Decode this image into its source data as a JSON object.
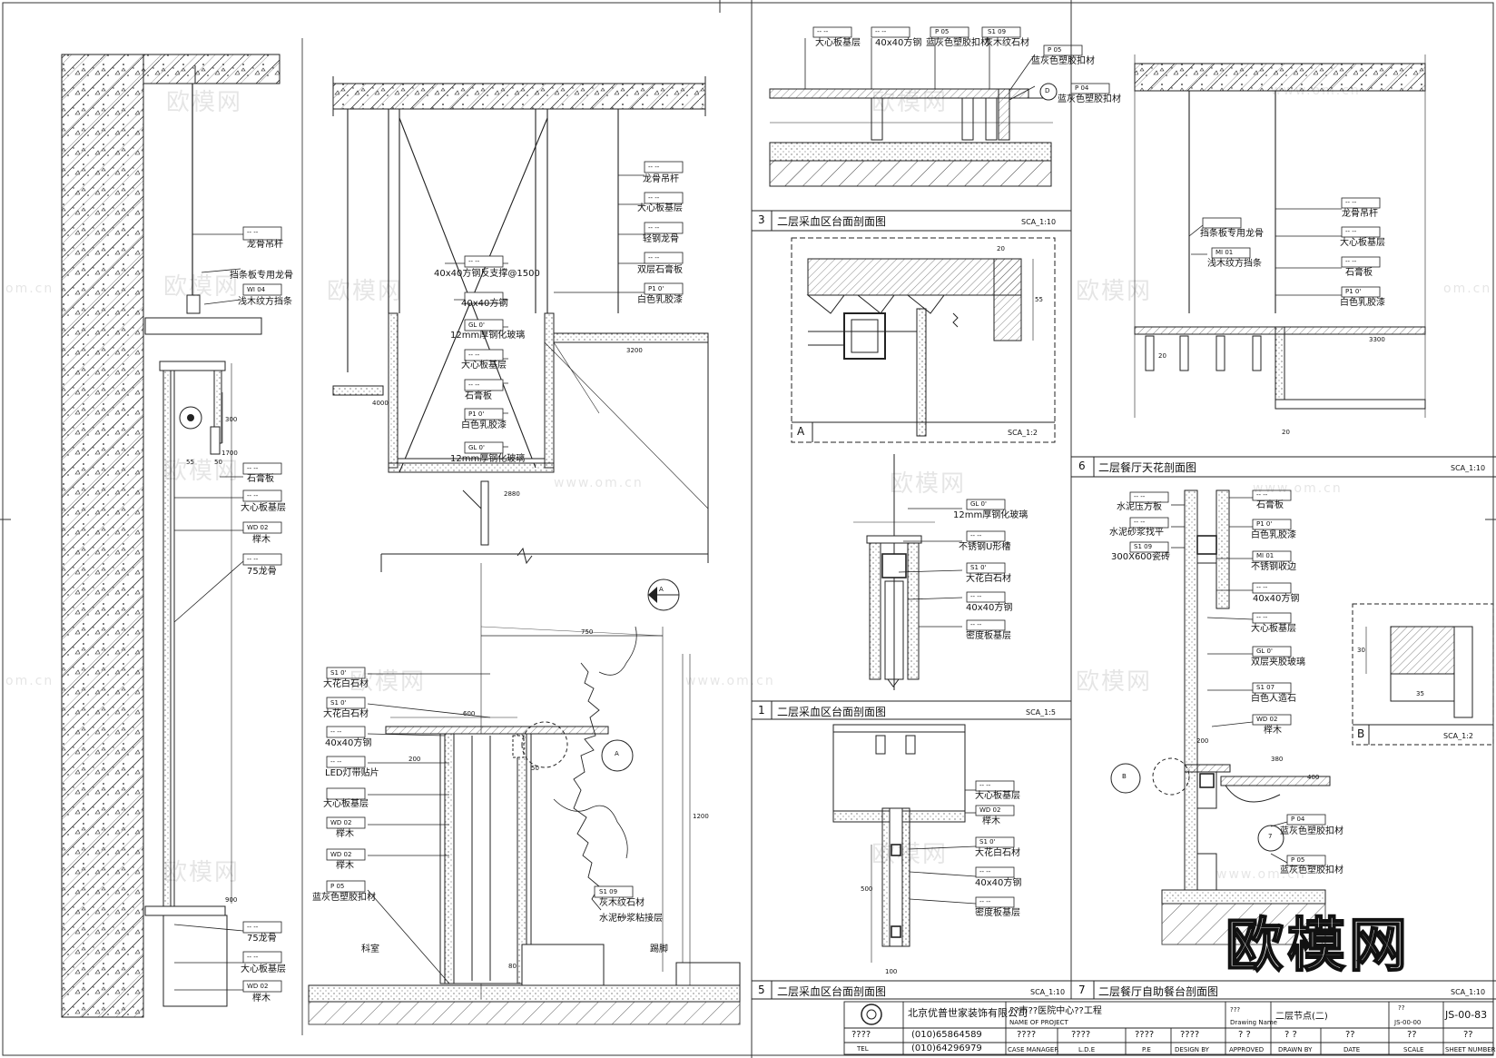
{
  "sheet": {
    "watermark_text": "欧模网",
    "watermark_url": "www.om.cn",
    "right_edge_watermark": "om.cn"
  },
  "labels": {
    "ceiling_hanger": "龙骨吊杆",
    "blind_box_keel": "挡条板专用龙骨",
    "wood_strip": "浅木纹方挡条",
    "wood_strip_code": "WI",
    "gypsum_board": "石膏板",
    "blockboard": "大心板基层",
    "wood_wd": "WD",
    "wood_name": "榉木",
    "keel_75": "75龙骨",
    "steel_support": "40x40方钢反支撑@1500",
    "steel_40": "40x40方钢",
    "tempered_glass": "12mm厚钢化玻璃",
    "white_latex": "白色乳胶漆",
    "light_keel": "轻钢龙骨",
    "double_gypsum": "双层石膏板",
    "marble": "大花白石材",
    "led_strip": "LED灯带贴片",
    "blue_board": "蓝灰色塑胶扣材",
    "wood_stone": "灰木纹石材",
    "cement_mortar": "水泥砂浆粘接层",
    "room_name": "科室",
    "floor_finish": "踢脚",
    "stainless_u": "不锈钢U形槽",
    "density_board": "密度板基层",
    "cement_plaster": "水泥砂浆找平",
    "tile": "300X600瓷砖",
    "stainless_edge": "不锈钢收边",
    "double_glass": "双层夹胶玻璃",
    "artificial_stone": "白色人造石",
    "cement_block": "水泥压方板",
    "dims": {
      "d4000": "4000",
      "d3200": "3200",
      "d2880": "2880",
      "d3300": "3300",
      "d750": "750",
      "d600": "600",
      "d1200": "1200",
      "d1700": "1700",
      "d900": "900",
      "d500": "500",
      "d55": "55",
      "d50": "50",
      "d20": "20",
      "d30": "30",
      "d35": "35",
      "d380": "380",
      "d400": "400",
      "d200": "200",
      "d80": "80",
      "d100": "100",
      "d300": "300"
    },
    "codes": {
      "p05": "P 05",
      "p04": "P 04",
      "p1_0": "P1 0'",
      "s1_09": "S1 09",
      "s1_0": "S1 0'",
      "s1_07": "S1 07",
      "gl_0": "GL 0'",
      "wd_02": "WD 02",
      "m1_01": "MI 01",
      "wi_04": "WI 04",
      "dash": "-- --"
    },
    "detail_refs": {
      "a": "A",
      "b": "B",
      "d": "D",
      "c7": "7",
      "c3": "3"
    }
  },
  "panels": {
    "p3": {
      "num": "3",
      "title": "二层采血区台面剖面图",
      "scale": "SCA_1:10"
    },
    "pA": {
      "num": "A",
      "scale": "SCA_1:2"
    },
    "p1": {
      "num": "1",
      "title": "二层采血区台面剖面图",
      "scale": "SCA_1:5"
    },
    "p5": {
      "num": "5",
      "title": "二层采血区台面剖面图",
      "scale": "SCA_1:10"
    },
    "p6": {
      "num": "6",
      "title": "二层餐厅天花剖面图",
      "scale": "SCA_1:10"
    },
    "p7": {
      "num": "7",
      "title": "二层餐厅自助餐台剖面图",
      "scale": "SCA_1:10"
    },
    "pB": {
      "num": "B",
      "scale": "SCA_1:2"
    }
  },
  "title_block": {
    "company": "北京优普世家装饰有限公司",
    "project": "??市??医院中心??工程",
    "name_of_project": "NAME OF PROJECT",
    "drawing_name_value": "二层节点(二)",
    "drawing_name_label": "Drawing Name",
    "q1": "????",
    "tel_label": "TEL",
    "tel1": "(010)65864589",
    "tel2": "(010)64296979",
    "case_manager": "CASE MANAGER",
    "lde": "L.D.E",
    "pe": "P.E",
    "design_by": "DESIGN BY",
    "approved": "APPROVED",
    "drawn_by": "DRAWN BY",
    "date": "DATE",
    "scale": "SCALE",
    "sheet_number": "SHEET NUMBER",
    "sheet_no": "JS-00-83",
    "js_small": "JS-00-00",
    "qq": "??",
    "q2": "? ?",
    "q3": "????",
    "q4": "???"
  }
}
